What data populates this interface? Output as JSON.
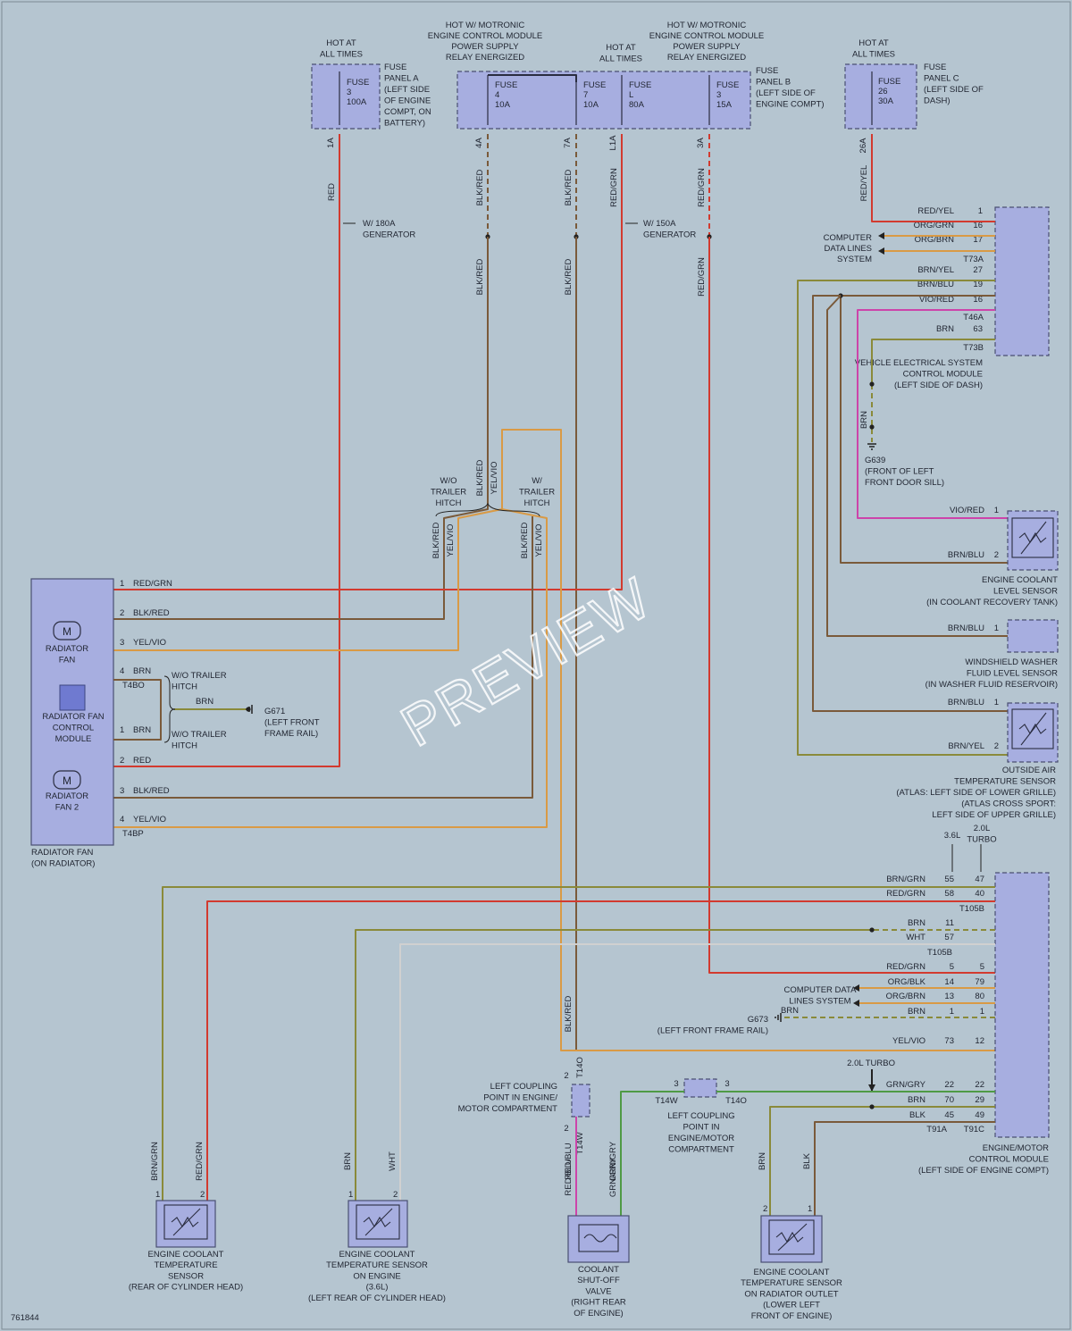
{
  "diagram_id": "761844",
  "watermark": "PREVIEW",
  "colors": {
    "background": "#b5c5d0",
    "component_fill": "#a7aee0",
    "wire_red": "#d23a2f",
    "wire_brown": "#7a5a3a",
    "wire_orange": "#d99a45",
    "wire_olive": "#8a8a3a",
    "wire_green": "#4f9a45",
    "wire_violet": "#cc44aa"
  },
  "fuse_panel_a": {
    "header": [
      "HOT AT",
      "ALL TIMES"
    ],
    "fuse": [
      "FUSE",
      "3",
      "100A"
    ],
    "label": [
      "FUSE",
      "PANEL A",
      "(LEFT SIDE",
      "OF ENGINE",
      "COMPT, ON",
      "BATTERY)"
    ],
    "terminal": "1A"
  },
  "fuse_panel_b": {
    "header_left": [
      "HOT W/ MOTRONIC",
      "ENGINE CONTROL MODULE",
      "POWER SUPPLY",
      "RELAY ENERGIZED"
    ],
    "header_mid": [
      "HOT AT",
      "ALL TIMES"
    ],
    "header_right": [
      "HOT W/ MOTRONIC",
      "ENGINE CONTROL MODULE",
      "POWER SUPPLY",
      "RELAY ENERGIZED"
    ],
    "fuses": [
      [
        "FUSE",
        "4",
        "10A"
      ],
      [
        "FUSE",
        "7",
        "10A"
      ],
      [
        "FUSE",
        "L",
        "80A"
      ],
      [
        "FUSE",
        "3",
        "15A"
      ]
    ],
    "terminals": [
      "4A",
      "7A",
      "L1A",
      "3A"
    ],
    "label": [
      "FUSE",
      "PANEL B",
      "(LEFT SIDE OF",
      "ENGINE COMPT)"
    ]
  },
  "fuse_panel_c": {
    "header": [
      "HOT AT",
      "ALL TIMES"
    ],
    "fuse": [
      "FUSE",
      "26",
      "30A"
    ],
    "label": [
      "FUSE",
      "PANEL C",
      "(LEFT SIDE OF",
      "DASH)"
    ],
    "terminal": "26A"
  },
  "generator_notes": {
    "w180": [
      "W/ 180A",
      "GENERATOR"
    ],
    "w150": [
      "W/ 150A",
      "GENERATOR"
    ]
  },
  "wire_colors": {
    "red": "RED",
    "blk_red": "BLK/RED",
    "red_grn": "RED/GRN",
    "red_yel": "RED/YEL",
    "yel_vio": "YEL/VIO",
    "brn": "BRN",
    "brn_grn": "BRN/GRN",
    "red_blu": "RED/BLU",
    "grn_gry": "GRN/GRY",
    "blk": "BLK",
    "wht": "WHT"
  },
  "trailer": {
    "wo": [
      "W/O",
      "TRAILER",
      "HITCH"
    ],
    "w": [
      "W/",
      "TRAILER",
      "HITCH"
    ],
    "wo_inline": [
      "W/O TRAILER",
      "HITCH"
    ]
  },
  "vesc": {
    "rows": [
      {
        "wire": "RED/YEL",
        "pin": "1"
      },
      {
        "wire": "ORG/GRN",
        "pin": "16"
      },
      {
        "wire": "ORG/BRN",
        "pin": "17"
      },
      {
        "wire": "BRN/YEL",
        "pin": "27"
      },
      {
        "wire": "BRN/BLU",
        "pin": "19"
      },
      {
        "wire": "VIO/RED",
        "pin": "16"
      },
      {
        "wire": "BRN",
        "pin": "63"
      }
    ],
    "connectors": [
      "T73A",
      "T46A",
      "T73B"
    ],
    "data_lines": [
      "COMPUTER",
      "DATA LINES",
      "SYSTEM"
    ],
    "label": [
      "VEHICLE ELECTRICAL SYSTEM",
      "CONTROL MODULE",
      "(LEFT SIDE OF DASH)"
    ]
  },
  "g639": {
    "wire": "BRN",
    "label": [
      "G639",
      "(FRONT OF LEFT",
      "FRONT DOOR SILL)"
    ]
  },
  "coolant_level": {
    "rows": [
      {
        "wire": "VIO/RED",
        "pin": "1"
      },
      {
        "wire": "BRN/BLU",
        "pin": "2"
      }
    ],
    "label": [
      "ENGINE COOLANT",
      "LEVEL SENSOR",
      "(IN COOLANT RECOVERY TANK)"
    ]
  },
  "washer": {
    "rows": [
      {
        "wire": "BRN/BLU",
        "pin": "1"
      }
    ],
    "label": [
      "WINDSHIELD WASHER",
      "FLUID LEVEL SENSOR",
      "(IN WASHER FLUID RESERVOIR)"
    ]
  },
  "outside_air": {
    "rows": [
      {
        "wire": "BRN/BLU",
        "pin": "1"
      },
      {
        "wire": "BRN/YEL",
        "pin": "2"
      }
    ],
    "label": [
      "OUTSIDE AIR",
      "TEMPERATURE SENSOR",
      "(ATLAS: LEFT SIDE OF LOWER GRILLE)",
      "(ATLAS CROSS SPORT:",
      "LEFT SIDE OF UPPER GRILLE)"
    ]
  },
  "radiator_fan": {
    "fan1": [
      "RADIATOR",
      "FAN"
    ],
    "module": [
      "RADIATOR FAN",
      "CONTROL",
      "MODULE"
    ],
    "fan2": [
      "RADIATOR",
      "FAN 2"
    ],
    "rows": [
      {
        "pin": "1",
        "wire": "RED/GRN"
      },
      {
        "pin": "2",
        "wire": "BLK/RED"
      },
      {
        "pin": "3",
        "wire": "YEL/VIO"
      },
      {
        "pin": "4",
        "wire": "BRN"
      },
      {
        "pin": "1",
        "wire": "BRN"
      },
      {
        "pin": "2",
        "wire": "RED"
      },
      {
        "pin": "3",
        "wire": "BLK/RED"
      },
      {
        "pin": "4",
        "wire": "YEL/VIO"
      }
    ],
    "connectors": [
      "T4BO",
      "T4BP"
    ],
    "label": [
      "RADIATOR FAN",
      "(ON RADIATOR)"
    ]
  },
  "g671": {
    "wire": "BRN",
    "label": [
      "G671",
      "(LEFT FRONT",
      "FRAME RAIL)"
    ]
  },
  "ecm": {
    "variants": {
      "v36": "3.6L",
      "v20": [
        "2.0L",
        "TURBO"
      ],
      "turbo": "2.0L TURBO"
    },
    "rows": [
      {
        "wire": "BRN/GRN",
        "a": "55",
        "b": "47"
      },
      {
        "wire": "RED/GRN",
        "a": "58",
        "b": "40"
      },
      {
        "wire": "BRN",
        "a": "11",
        "b": ""
      },
      {
        "wire": "WHT",
        "a": "57",
        "b": ""
      },
      {
        "wire": "RED/GRN",
        "a": "5",
        "b": "5"
      },
      {
        "wire": "ORG/BLK",
        "a": "14",
        "b": "79"
      },
      {
        "wire": "ORG/BRN",
        "a": "13",
        "b": "80"
      },
      {
        "wire": "BRN",
        "a": "1",
        "b": "1"
      },
      {
        "wire": "YEL/VIO",
        "a": "73",
        "b": "12"
      },
      {
        "wire": "GRN/GRY",
        "a": "22",
        "b": "22"
      },
      {
        "wire": "BRN",
        "a": "70",
        "b": "29"
      },
      {
        "wire": "BLK",
        "a": "45",
        "b": "49"
      }
    ],
    "connectors": [
      "T105B",
      "T105B",
      "T91A",
      "T91C"
    ],
    "data_lines": [
      "COMPUTER DATA",
      "LINES SYSTEM"
    ],
    "label": [
      "ENGINE/MOTOR",
      "CONTROL MODULE",
      "(LEFT SIDE OF ENGINE COMPT)"
    ]
  },
  "g673": {
    "wire": "BRN",
    "label": [
      "G673",
      "(LEFT FRONT FRAME RAIL)"
    ]
  },
  "coupling_left": {
    "label": [
      "LEFT COUPLING",
      "POINT IN ENGINE/",
      "MOTOR COMPARTMENT"
    ],
    "top": "T14O",
    "bottom": "T14W",
    "pin": "2"
  },
  "coupling_right": {
    "label": [
      "LEFT COUPLING",
      "POINT IN",
      "ENGINE/MOTOR",
      "COMPARTMENT"
    ],
    "left": "T14W",
    "right": "T14O",
    "pin": "3"
  },
  "sensors_bottom": [
    {
      "wires": [
        "BRN/GRN",
        "RED/GRN"
      ],
      "label": [
        "ENGINE COOLANT",
        "TEMPERATURE",
        "SENSOR",
        "(REAR OF CYLINDER HEAD)"
      ]
    },
    {
      "wires": [
        "BRN",
        "WHT"
      ],
      "label": [
        "ENGINE COOLANT",
        "TEMPERATURE SENSOR",
        "ON ENGINE",
        "(3.6L)",
        "(LEFT REAR OF CYLINDER HEAD)"
      ]
    },
    {
      "wires": [
        "RED/BLU",
        "GRN/GRY"
      ],
      "label": [
        "COOLANT",
        "SHUT-OFF",
        "VALVE",
        "(RIGHT REAR",
        "OF ENGINE)"
      ]
    },
    {
      "wires": [
        "BRN",
        "BLK"
      ],
      "label": [
        "ENGINE COOLANT",
        "TEMPERATURE SENSOR",
        "ON RADIATOR OUTLET",
        "(LOWER LEFT",
        "FRONT OF ENGINE)"
      ]
    }
  ]
}
